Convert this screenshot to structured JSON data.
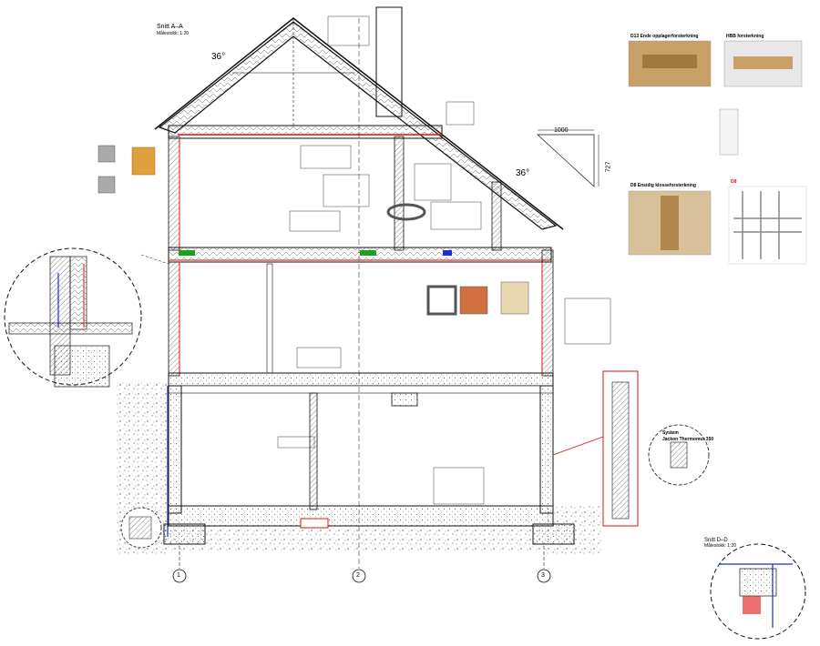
{
  "section": {
    "title": "Snitt A–A",
    "scale": "Målestokk: 1:20"
  },
  "dimensions": {
    "roof_angle_left": "36°",
    "roof_angle_right": "36°",
    "slope_run": "1000",
    "slope_rise": "727"
  },
  "grid_axes": [
    "1",
    "2",
    "3"
  ],
  "details": {
    "d13_title": "D13 Ende opplagerforsterkning",
    "hbb_title": "HBB forsterkning",
    "d8_title": "D8 Ensidig klosseforsterkning",
    "d8_ref": "D8",
    "system_label": "System",
    "system_name": "Jackon Thermomur 350",
    "section_dd_title": "Snitt D–D",
    "section_dd_scale": "Målestokk: 1:20"
  },
  "colors": {
    "line": "#111111",
    "red": "#e01010",
    "blue": "#1a2dd6",
    "green": "#1aa01a",
    "insulation_fill": "#f2f2f2",
    "wood": "#c8a068"
  }
}
